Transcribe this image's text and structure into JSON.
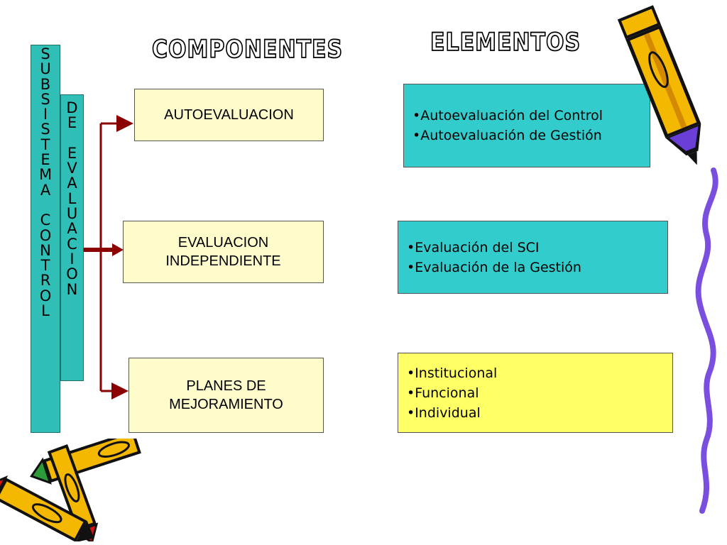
{
  "headers": {
    "components": "COMPONENTES",
    "elements": "ELEMENTOS"
  },
  "left_bars": {
    "outer_letters": [
      "S",
      "U",
      "B",
      "S",
      "I",
      "S",
      "T",
      "E",
      "M",
      "A",
      "",
      "C",
      "O",
      "N",
      "T",
      "R",
      "O",
      "L"
    ],
    "inner_letters": [
      "D",
      "E",
      "",
      "E",
      "V",
      "A",
      "L",
      "U",
      "A",
      "C",
      "I",
      "O",
      "N"
    ]
  },
  "components": [
    {
      "line1": "AUTOEVALUACION",
      "line2": ""
    },
    {
      "line1": "EVALUACION",
      "line2": "INDEPENDIENTE"
    },
    {
      "line1": "PLANES DE",
      "line2": "MEJORAMIENTO"
    }
  ],
  "elements": [
    {
      "items": [
        "•Autoevaluación del Control",
        "•Autoevaluación de Gestión"
      ]
    },
    {
      "items": [
        "•Evaluación del SCI",
        "•Evaluación de la Gestión"
      ]
    },
    {
      "items": [
        "•Institucional",
        "•Funcional",
        "•Individual"
      ]
    }
  ],
  "colors": {
    "bar": "#2fbfb7",
    "component_fill": "#fffccc",
    "element_teal": "#33cccc",
    "element_yellow": "#ffff66",
    "arrow": "#8b0000",
    "pencil_body": "#f5b800",
    "pencil_tip_purple": "#6a3fd8",
    "squiggle": "#7a4fe0"
  },
  "icons": [
    "pencil-icon",
    "pencils-bundle-icon",
    "squiggle-line"
  ]
}
